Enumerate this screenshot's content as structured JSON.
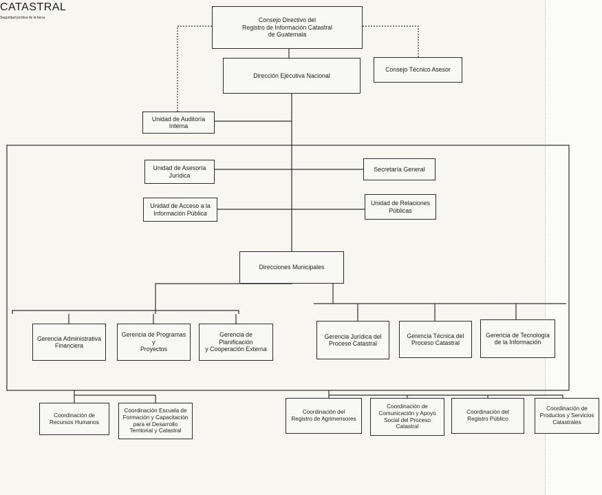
{
  "logo": {
    "main": "CATASTRAL",
    "sub": "Seguridad jurídica de la tierra"
  },
  "nodes": {
    "consejo_directivo": "Consejo Directivo del\nRegistro de Información Catastral\nde Guatemala",
    "direccion_ejecutiva": "Dirección Ejecutiva Nacional",
    "consejo_tecnico": "Consejo Técnico Asesor",
    "auditoria": "Unidad de Auditoría\nInterna",
    "asesoria_juridica": "Unidad de Asesoría\nJurídica",
    "secretaria_general": "Secretaría General",
    "acceso_informacion": "Unidad de Acceso a la\nInformación Pública",
    "relaciones_publicas": "Unidad de Relaciones\nPúblicas",
    "direcciones_municipales": "Direcciones Municipales",
    "gerencia_administrativa": "Gerencia Administrativa\nFinanciera",
    "gerencia_programas": "Gerencia de Programas y\nProyectos",
    "gerencia_planificacion": "Gerencia de Planificación\ny Cooperación Externa",
    "gerencia_juridica": "Gerencia Jurídica del\nProceso Catastral",
    "gerencia_tecnica": "Gerencia Técnica del\nProceso Catastral",
    "gerencia_tecnologia": "Gerencia de Tecnología\nde la Información",
    "coord_rrhh": "Coordinación de\nRecursos Humanos",
    "coord_escuela": "Coordinación Escuela de\nFormación y Capacitación\npara el Desarrollo\nTerritorial y Catastral",
    "coord_agrimensores": "Coordinación del\nRegistro de Agrimensores",
    "coord_comunicacion": "Coordinación de\nComunicación y Apoyo\nSocial del Proceso\nCatastral",
    "coord_registro_publico": "Coordinación del\nRegistro Público",
    "coord_productos": "Coordinación de\nProductos y Servicios\nCatastrales"
  }
}
